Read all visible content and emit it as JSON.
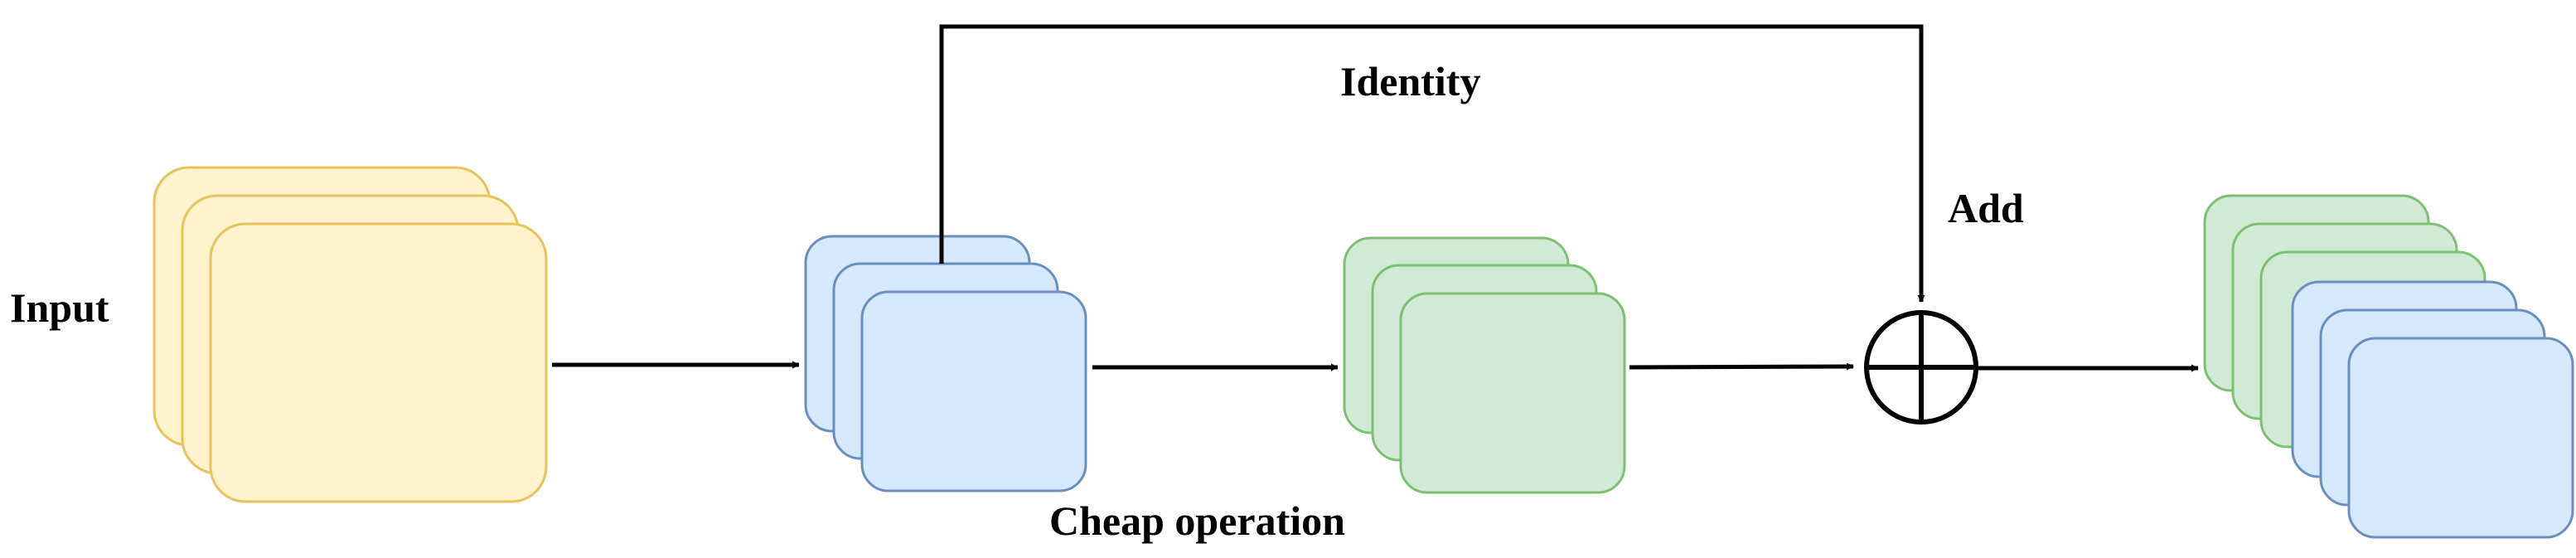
{
  "labels": {
    "input": "Input",
    "identity": "Identity",
    "add": "Add",
    "cheap_operation": "Cheap operation"
  },
  "colors": {
    "input_fill": "#fff2cc",
    "input_stroke": "#e6c35c",
    "blue_fill": "#d6e8fc",
    "blue_stroke": "#6c8ebf",
    "green_fill": "#d1ead5",
    "green_stroke": "#7fbf73",
    "line": "#000000"
  },
  "icons": {
    "add_node": "circle-plus-icon"
  }
}
